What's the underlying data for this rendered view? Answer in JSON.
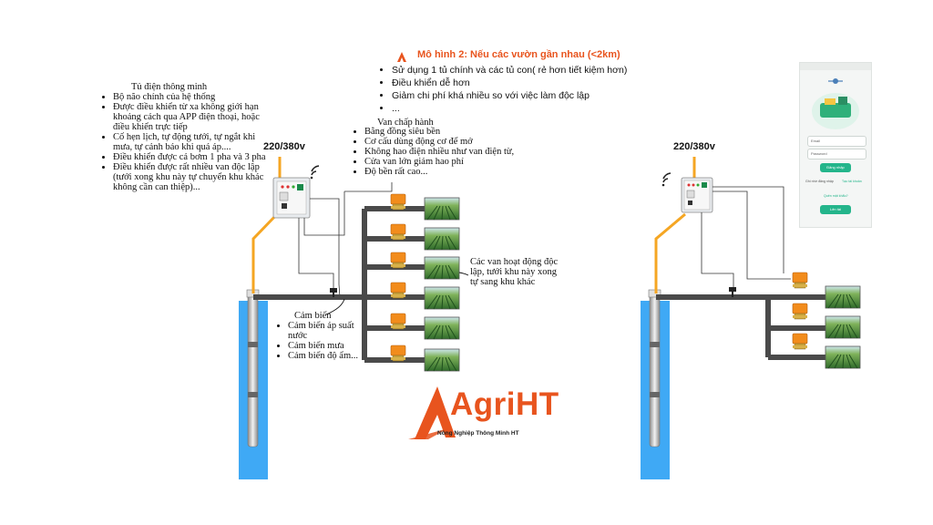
{
  "title": {
    "text": "Mô hình 2: Nếu các vườn gần nhau (<2km)",
    "color": "#e8541e",
    "bullets": [
      "Sử dụng 1 tủ chính và các tủ con( rẻ hơn tiết kiệm hơn)",
      "Điều khiển dễ hơn",
      "Giảm chi phí khá nhiều so với việc làm độc lập",
      "..."
    ]
  },
  "cabinet_info": {
    "heading": "Tủ điện thông minh",
    "bullets": [
      "Bộ não chính của hệ thống",
      "Được điều khiển từ xa không giới hạn khoảng cách qua APP điện thoại, hoặc điều khiển trực tiếp",
      "Cố hẹn lịch, tự động tưới, tự ngắt khi mưa, tự cảnh báo khi quá áp....",
      "Điều khiển được cả bơm 1 pha và 3 pha",
      "Điều khiển được rất nhiều van độc lập (tưới xong khu này tự chuyển khu khác không cần can thiệp)..."
    ]
  },
  "valve_info": {
    "heading": "Van chấp hành",
    "bullets": [
      "Bằng đồng siêu bền",
      "Cơ cấu dùng động cơ để mở",
      "Không hao điện nhiều như van điện từ,",
      "Cửa van lớn giảm hao phí",
      "Độ bền rất cao..."
    ]
  },
  "valves_note": "Các van hoạt động độc lập, tưới khu này xong tự sang khu khác",
  "sensor_info": {
    "heading": "Cảm biến",
    "bullets": [
      "Cảm biến áp suất nước",
      "Cảm biến mưa",
      "Cảm biến độ ẩm..."
    ]
  },
  "voltage_left": "220/380v",
  "voltage_right": "220/380v",
  "logo": {
    "brand": "AgriHT",
    "tagline": "Nông Nghiệp Thông Minh HT",
    "color": "#e8541e"
  },
  "app": {
    "email_placeholder": "Email",
    "password_placeholder": "Password",
    "login_button": "Đăng nhập",
    "remember": "Ghi nhớ đăng nhập",
    "register": "Tạo tài khoản",
    "forgot": "Quên mật khẩu?",
    "signup_button": "Lên tài",
    "accent": "#24b58b"
  },
  "colors": {
    "pipe": "#4a4a4a",
    "power_line": "#f5a623",
    "water": "#3fa9f5",
    "valve": "#f28c1c"
  },
  "icons": [
    "wifi-icon",
    "pump-icon",
    "valve-icon",
    "field-icon",
    "phone-app-icon",
    "logo-icon"
  ]
}
